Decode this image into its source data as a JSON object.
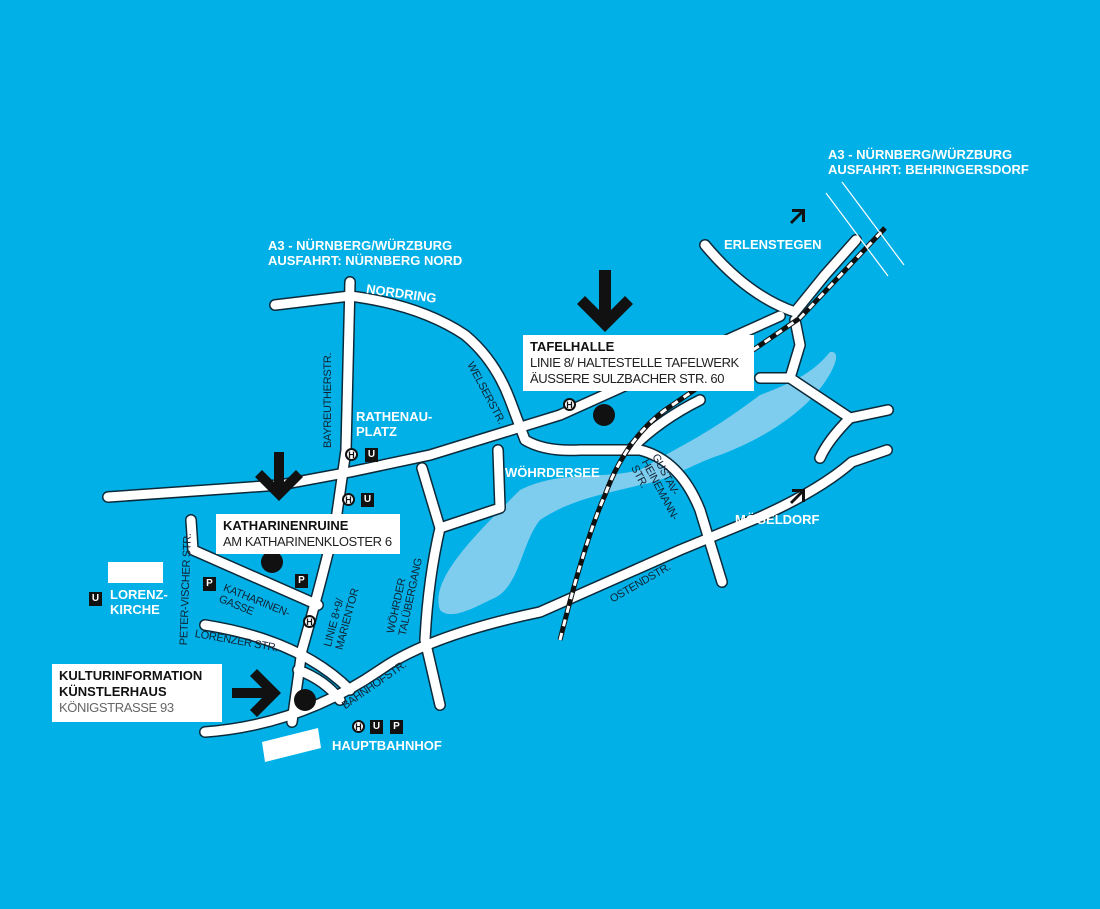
{
  "colors": {
    "water": "#00b0e6",
    "lake": "#7fcdee",
    "road": "#ffffff",
    "marker": "#111111"
  },
  "labels": {
    "a3_north_1": "A3 - NÜRNBERG/WÜRZBURG",
    "a3_north_2": "AUSFAHRT: NÜRNBERG NORD",
    "a3_east_1": "A3 - NÜRNBERG/WÜRZBURG",
    "a3_east_2": "AUSFAHRT: BEHRINGERSDORF",
    "erlenstegen": "ERLENSTEGEN",
    "nordring": "NORDRING",
    "rathenauplatz_1": "RATHENAU-",
    "rathenauplatz_2": "PLATZ",
    "woehrdersee": "WÖHRDERSEE",
    "moegeldorf": "MÖGELDORF",
    "lorenzkirche_1": "LORENZ-",
    "lorenzkirche_2": "KIRCHE",
    "hauptbahnhof": "HAUPTBAHNHOF"
  },
  "streets": {
    "bayreuther": "BAYREUTHERSTR.",
    "welser": "WELSERSTR.",
    "peter_vischer": "PETER-VISCHER STR.",
    "katharinengasse_1": "KATHARINEN-",
    "katharinengasse_2": "GASSE",
    "lorenzer": "LORENZER STR.",
    "linie_1": "LINIE 8+9/",
    "linie_2": "MARIENTOR",
    "woehrder_1": "WÖHRDER",
    "woehrder_2": "TALÜBERGANG",
    "bahnhof": "BAHNHOFSTR.",
    "ostend": "OSTENDSTR.",
    "gustav_1": "GUSTAV-",
    "gustav_2": "HEINEMANN-",
    "gustav_3": "STR."
  },
  "venues": {
    "tafelhalle": {
      "name": "TAFELHALLE",
      "line1": "LINIE 8/ HALTESTELLE TAFELWERK",
      "line2": "ÄUSSERE SULZBACHER STR. 60"
    },
    "katharinenruine": {
      "name": "KATHARINENRUINE",
      "line1": "AM KATHARINENKLOSTER 6"
    },
    "kulturinfo": {
      "name1": "KULTURINFORMATION",
      "name2": "KÜNSTLERHAUS",
      "line1": "KÖNIGSTRASSE 93"
    }
  },
  "symbols": {
    "h": "H",
    "u": "U",
    "p": "P"
  }
}
